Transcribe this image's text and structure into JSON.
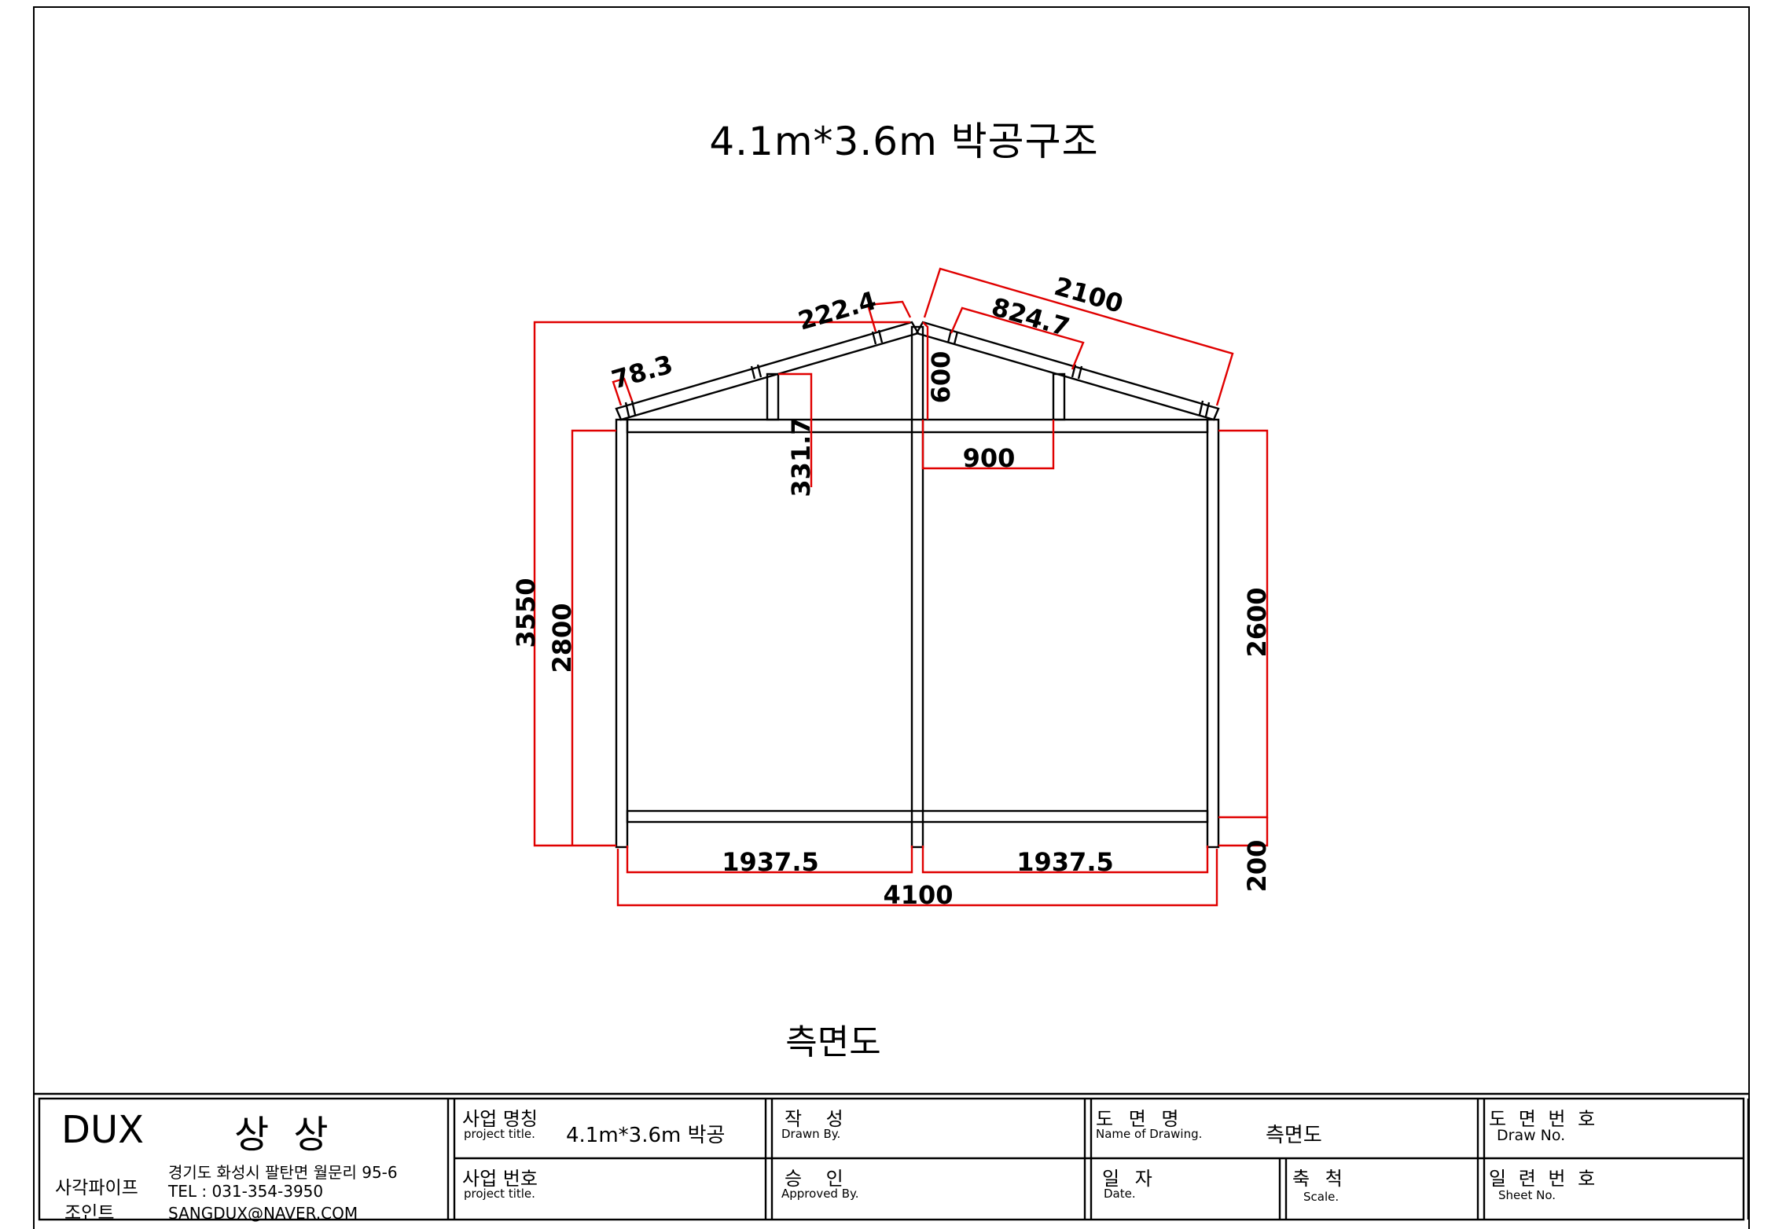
{
  "drawing": {
    "title": "4.1m*3.6m  박공구조",
    "view_label": "측면도"
  },
  "chart_data": {
    "type": "diagram",
    "title": "4.1m*3.6m  박공구조",
    "dimensions": [
      {
        "id": "total_height",
        "value": "3550"
      },
      {
        "id": "left_wall_height",
        "value": "2800"
      },
      {
        "id": "right_wall_height",
        "value": "2600"
      },
      {
        "id": "base_offset",
        "value": "200"
      },
      {
        "id": "total_width",
        "value": "4100"
      },
      {
        "id": "left_bay",
        "value": "1937.5"
      },
      {
        "id": "right_bay",
        "value": "1937.5"
      },
      {
        "id": "rafter_length",
        "value": "2100"
      },
      {
        "id": "rafter_segment_right",
        "value": "824.7"
      },
      {
        "id": "rafter_segment_left",
        "value": "222.4"
      },
      {
        "id": "eave_segment",
        "value": "78.3"
      },
      {
        "id": "ridge_height",
        "value": "600"
      },
      {
        "id": "strut_height",
        "value": "331.7"
      },
      {
        "id": "strut_spacing",
        "value": "900"
      }
    ]
  },
  "title_block": {
    "company": "DUX",
    "company_name": "상 상",
    "company_type_line1": "사각파이프",
    "company_type_line2": "조인트",
    "address": "경기도 화성시 팔탄면 월문리 95-6",
    "tel": "TEL : 031-354-3950",
    "email": "SANGDUX@NAVER.COM",
    "project_name_label": "사업 명칭",
    "project_name_sub": "project title.",
    "project_name_value": "4.1m*3.6m  박공",
    "project_no_label": "사업 번호",
    "project_no_sub": "project title.",
    "drawn_label": "작    성",
    "drawn_sub": "Drawn By.",
    "approved_label": "승    인",
    "approved_sub": "Approved By.",
    "drawing_name_label": "도 면 명",
    "drawing_name_sub": "Name of Drawing.",
    "drawing_name_value": "측면도",
    "date_label": "일 자",
    "date_sub": "Date.",
    "scale_label": "축 척",
    "scale_sub": "Scale.",
    "draw_no_label": "도 면 번 호",
    "draw_no_sub": "Draw No.",
    "sheet_no_label": "일 련 번 호",
    "sheet_no_sub": "Sheet No."
  }
}
